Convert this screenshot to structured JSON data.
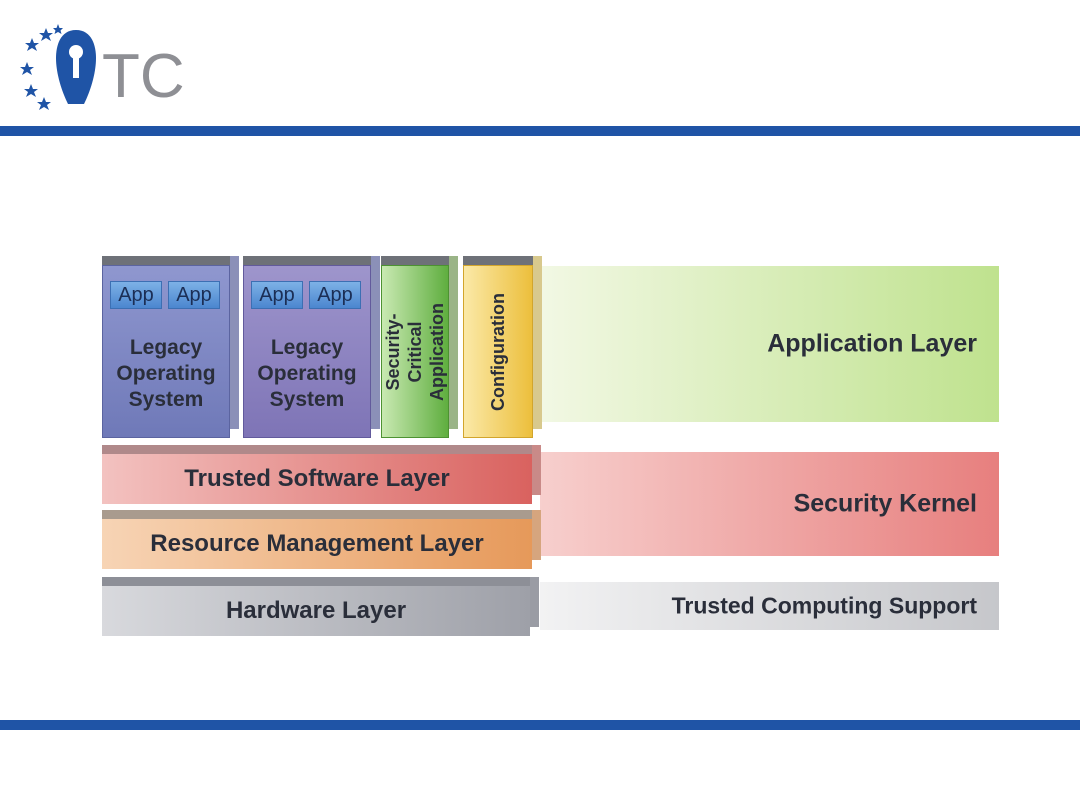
{
  "logo": {
    "text": "TC"
  },
  "diagram": {
    "app_label": "App",
    "legacy_os_1": {
      "label": "Legacy\nOperating\nSystem",
      "apps": [
        "App",
        "App"
      ]
    },
    "legacy_os_2": {
      "label": "Legacy\nOperating\nSystem",
      "apps": [
        "App",
        "App"
      ]
    },
    "security_critical": "Security-Critical\nApplication",
    "configuration": "Configuration",
    "trusted_software_layer": "Trusted Software Layer",
    "resource_management_layer": "Resource Management Layer",
    "hardware_layer": "Hardware Layer",
    "bands": {
      "application_layer": "Application Layer",
      "security_kernel": "Security Kernel",
      "trusted_computing_support": "Trusted Computing Support"
    }
  },
  "colors": {
    "rule": "#1f54a6",
    "os_block": "#7a86c4",
    "security_critical": "#7cc25b",
    "configuration": "#f0cf5a",
    "trusted_software": "#e07c78",
    "resource_management": "#f0a869",
    "hardware": "#a8aab2"
  }
}
